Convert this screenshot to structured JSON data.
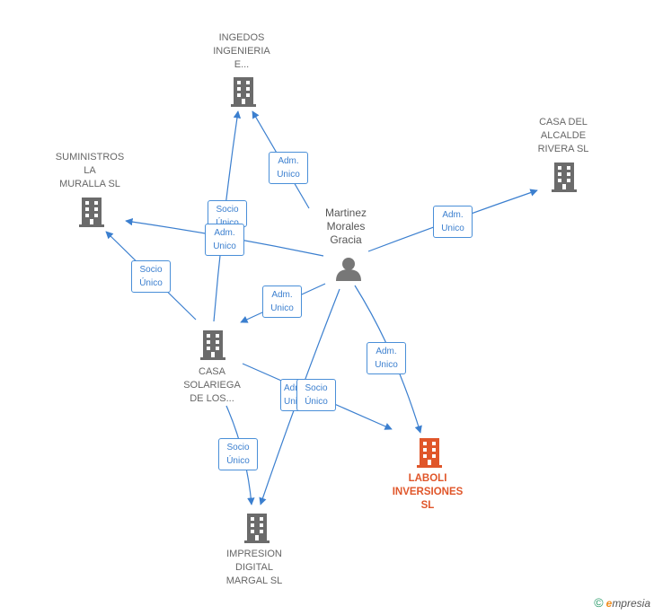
{
  "nodes": {
    "ingedos": "INGEDOS\nINGENIERIA\nE...",
    "casa_alcalde": "CASA DEL\nALCALDE\nRIVERA SL",
    "suministros": "SUMINISTROS\nLA\nMURALLA SL",
    "person": "Martinez\nMorales\nGracia",
    "casa_solariega": "CASA\nSOLARIEGA\nDE LOS...",
    "laboli": "LABOLI\nINVERSIONES\nSL",
    "impresion": "IMPRESION\nDIGITAL\nMARGAL  SL"
  },
  "edges": {
    "adm_unico": "Adm.\nUnico",
    "socio_unico": "Socio\nÚnico",
    "adm_partial": "Adm.\nUni"
  },
  "colors": {
    "edge": "#3b7fcf",
    "company": "#6b6b6b",
    "main": "#e0562a",
    "person": "#777777"
  },
  "footer": {
    "copyright": "©",
    "brand_first": "e",
    "brand_rest": "mpresia"
  }
}
